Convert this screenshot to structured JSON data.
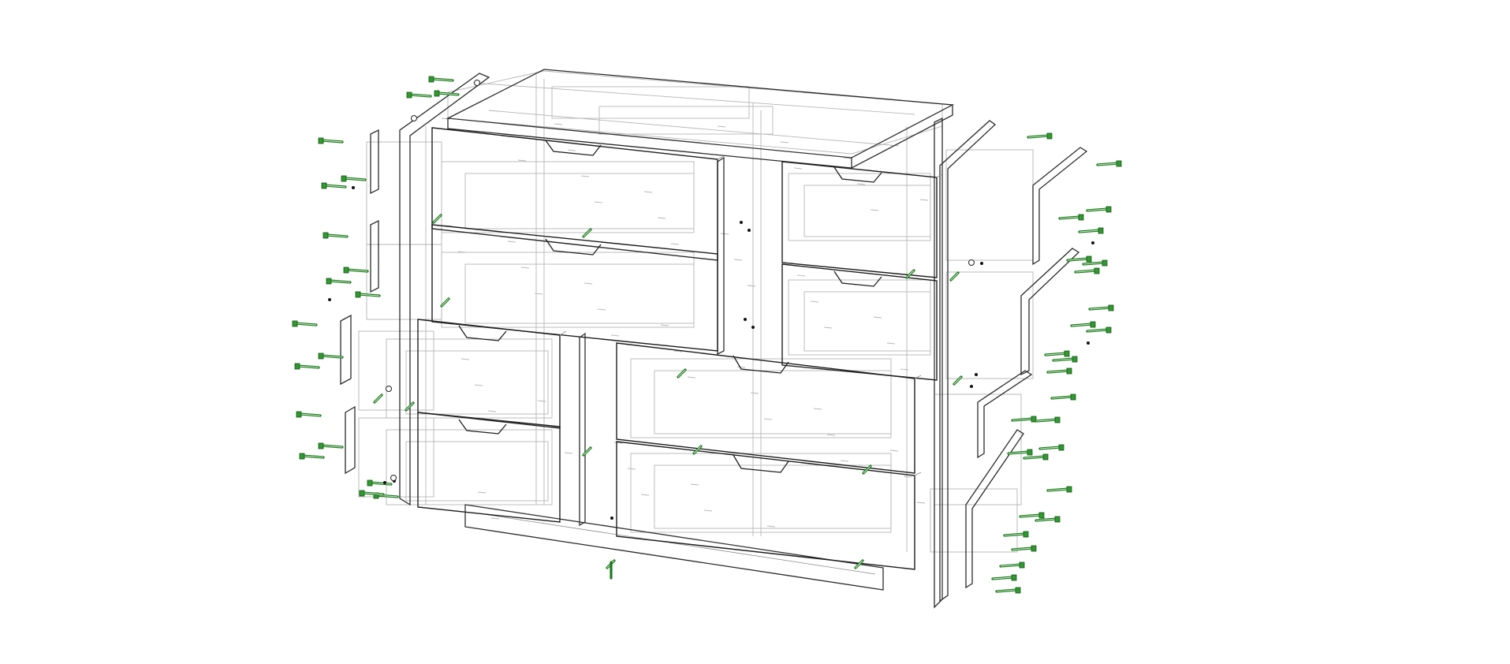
{
  "figure": {
    "subject": "exploded-view-chest-of-drawers",
    "colors": {
      "outline": "#2b2b2b",
      "hidden_line": "#b4b4b4",
      "fastener": "#2f9a2f",
      "background": "#ffffff"
    },
    "components": {
      "drawers_left_column": 4,
      "drawers_right_column": 4,
      "side_panels": 2,
      "top_panel": 1,
      "plinth": 1
    },
    "icons": [
      "dowel-icon",
      "screw-icon",
      "cam-hole-icon"
    ]
  }
}
